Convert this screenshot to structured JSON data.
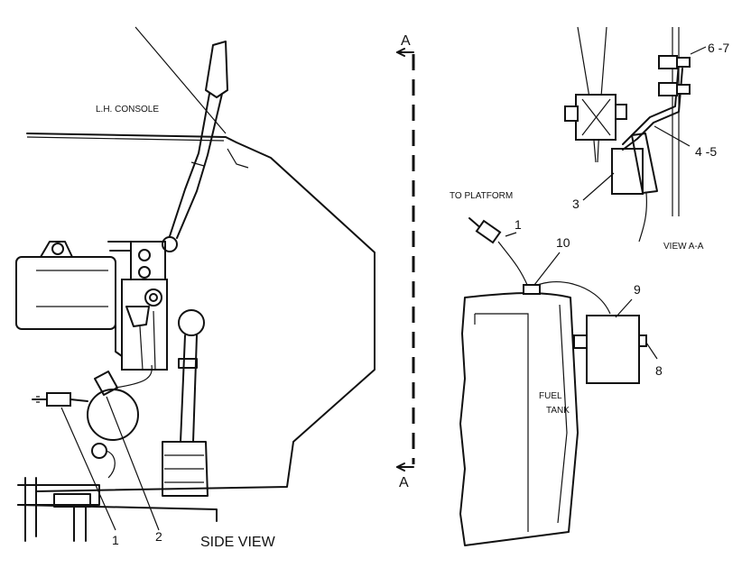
{
  "labels": {
    "lh_console": "L.H. CONSOLE",
    "side_view": "SIDE VIEW",
    "view_aa": "VIEW A-A",
    "to_platform": "TO PLATFORM",
    "fuel": "FUEL",
    "tank": "TANK",
    "section_a_top": "A",
    "section_a_bottom": "A"
  },
  "callouts": {
    "c1_side": "1",
    "c2_side": "2",
    "c1_platform": "1",
    "c3": "3",
    "c4_5": "4 -5",
    "c6_7": "6 -7",
    "c8": "8",
    "c9": "9",
    "c10": "10"
  }
}
